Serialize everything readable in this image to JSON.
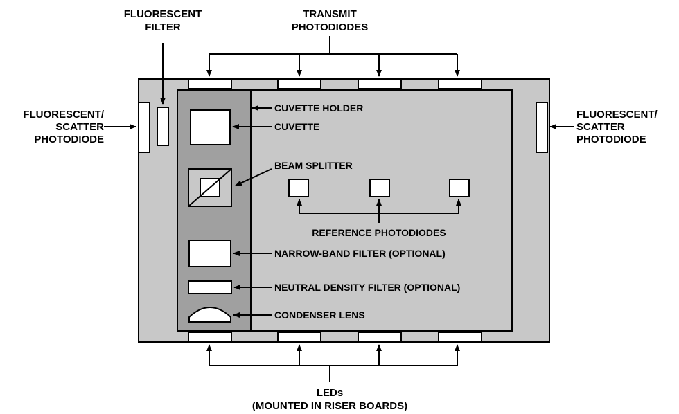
{
  "labels": {
    "fluorescent_filter": [
      "FLUORESCENT",
      "FILTER"
    ],
    "transmit_photodiodes": [
      "TRANSMIT",
      "PHOTODIODES"
    ],
    "left_photodiode": [
      "FLUORESCENT/",
      "SCATTER",
      "PHOTODIODE"
    ],
    "right_photodiode": [
      "FLUORESCENT/",
      "SCATTER",
      "PHOTODIODE"
    ],
    "cuvette_holder": "CUVETTE HOLDER",
    "cuvette": "CUVETTE",
    "beam_splitter": "BEAM SPLITTER",
    "reference_photodiodes": "REFERENCE PHOTODIODES",
    "narrow_band_filter": "NARROW-BAND FILTER (OPTIONAL)",
    "neutral_density_filter": "NEUTRAL DENSITY FILTER (OPTIONAL)",
    "condenser_lens": "CONDENSER LENS",
    "leds": [
      "LEDs",
      "(MOUNTED IN RISER BOARDS)"
    ]
  },
  "colors": {
    "housing": "#c8c8c8",
    "holder": "#a0a0a0",
    "component": "#ffffff",
    "line": "#000000"
  }
}
